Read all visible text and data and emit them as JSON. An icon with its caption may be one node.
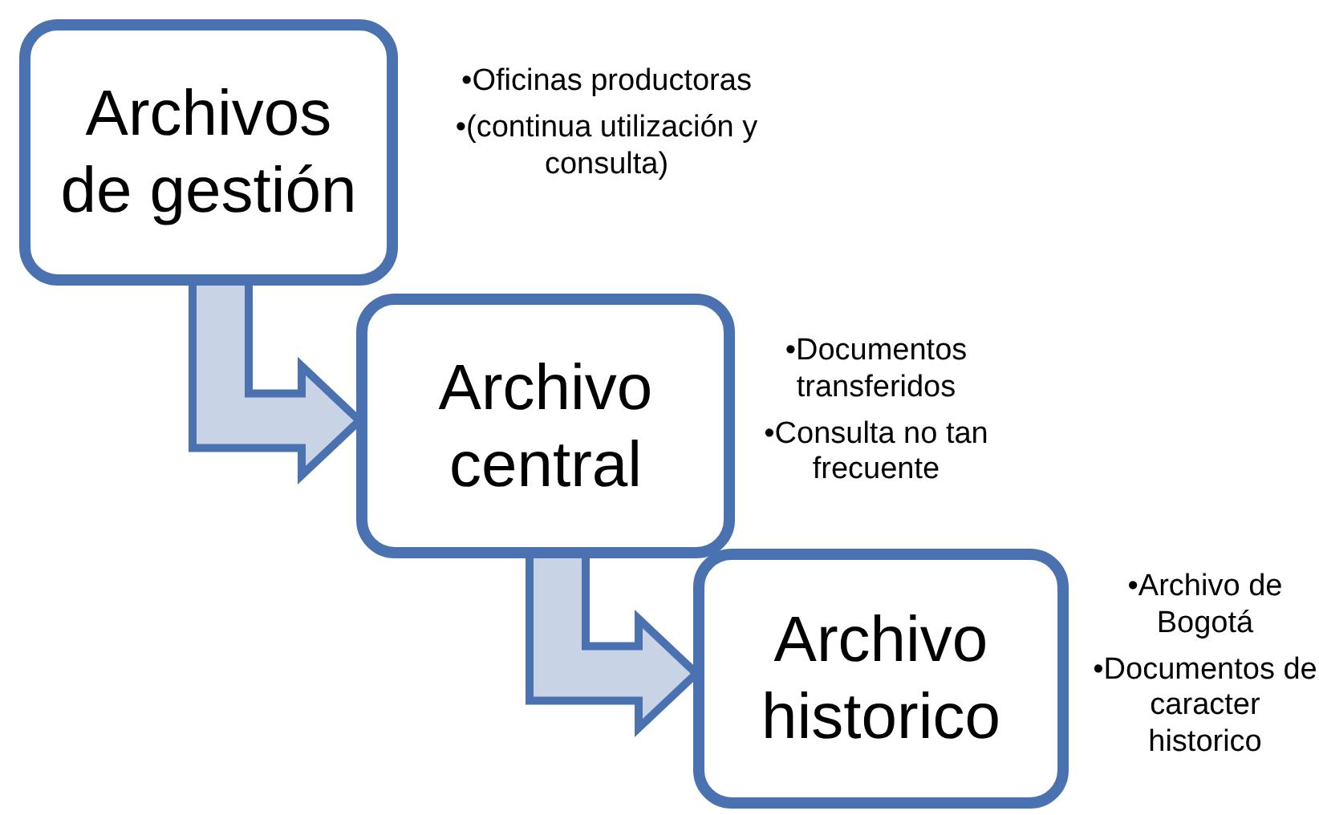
{
  "diagram": {
    "nodes": [
      {
        "text": [
          "Archivos de gestión"
        ],
        "beside": [
          "•Oficinas productoras",
          "•(continua utilización y consulta)"
        ]
      },
      {
        "text": [
          "Archivo central"
        ],
        "beside": [
          "•Documentos transferidos",
          "•Consulta no tan frecuente"
        ]
      },
      {
        "text": [
          "Archivo historico"
        ],
        "beside": [
          "•Archivo de Bogotá",
          "•Documentos de caracter historico"
        ]
      }
    ],
    "edges": [
      {
        "from": 0,
        "to": 1,
        "arrow": "to"
      },
      {
        "from": 1,
        "to": 2,
        "arrow": "to"
      }
    ]
  }
}
